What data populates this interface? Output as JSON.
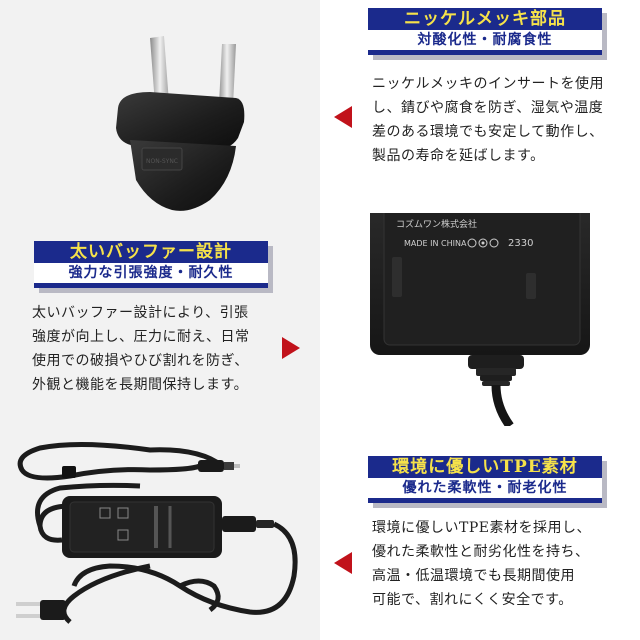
{
  "sections": [
    {
      "title": "ニッケルメッキ部品",
      "subtitle": "対酸化性・耐腐食性",
      "lines": [
        "ニッケルメッキのインサートを使用",
        "し、錆びや腐食を防ぎ、湿気や温度",
        "差のある環境でも安定して動作し、",
        "製品の寿命を延ばします。"
      ]
    },
    {
      "title": "太いバッファー設計",
      "subtitle": "強力な引張強度・耐久性",
      "lines": [
        "太いバッファー設計により、引張",
        "強度が向上し、圧力に耐え、日常",
        "使用での破損やひび割れを防ぎ、",
        "外観と機能を長期間保持します。"
      ]
    },
    {
      "title": "環境に優しいTPE素材",
      "subtitle": "優れた柔軟性・耐老化性",
      "lines": [
        "環境に優しいTPE素材を採用し、",
        "優れた柔軟性と耐劣化性を持ち、",
        "高温・低温環境でも長期間使用",
        "可能で、割れにくく安全です。"
      ]
    }
  ],
  "product": {
    "brand_label": "コズムワン株式会社",
    "made_in": "MADE IN CHINA",
    "model_code": "2330",
    "plug_text": "NON-SYNC"
  },
  "colors": {
    "title_bg": "#1b2a8c",
    "title_text": "#f6e24a",
    "arrow": "#c1121b",
    "panel": "#f2f2f2"
  }
}
